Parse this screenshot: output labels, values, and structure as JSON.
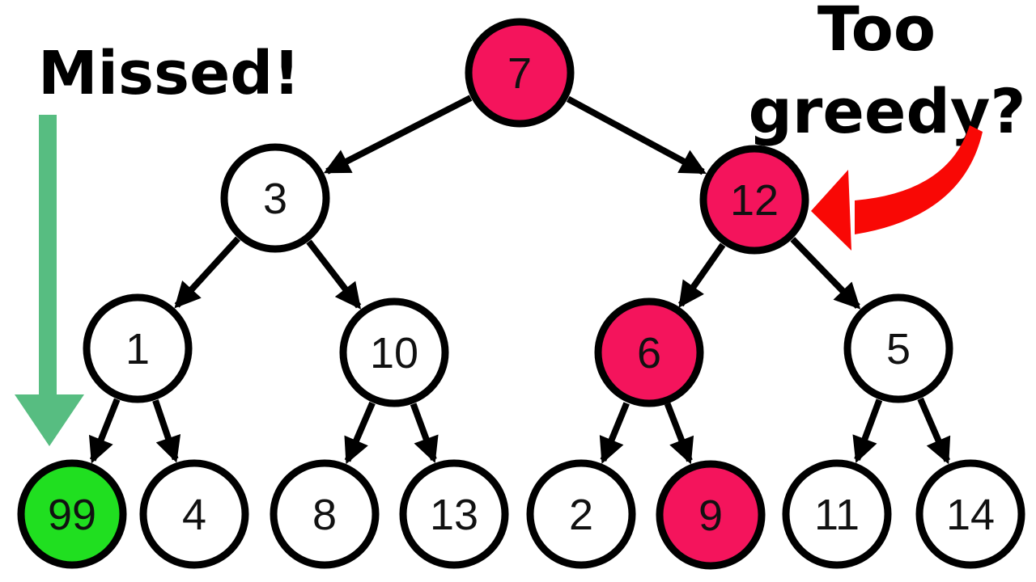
{
  "annotations": {
    "missed": "Missed!",
    "too_greedy_line1": "Too",
    "too_greedy_line2": "greedy?"
  },
  "colors": {
    "explored_node": "#F4145C",
    "missed_node": "#20DF20",
    "unexplored_node": "#FFFFFF",
    "green_arrow": "#57BD81",
    "red_arrow": "#F90805",
    "edge": "#000000"
  },
  "tree": {
    "nodes": [
      {
        "value": "7",
        "fill": "#F4145C"
      },
      {
        "value": "3",
        "fill": "#FFFFFF"
      },
      {
        "value": "12",
        "fill": "#F4145C"
      },
      {
        "value": "1",
        "fill": "#FFFFFF"
      },
      {
        "value": "10",
        "fill": "#FFFFFF"
      },
      {
        "value": "6",
        "fill": "#F4145C"
      },
      {
        "value": "5",
        "fill": "#FFFFFF"
      },
      {
        "value": "99",
        "fill": "#20DF20"
      },
      {
        "value": "4",
        "fill": "#FFFFFF"
      },
      {
        "value": "8",
        "fill": "#FFFFFF"
      },
      {
        "value": "13",
        "fill": "#FFFFFF"
      },
      {
        "value": "2",
        "fill": "#FFFFFF"
      },
      {
        "value": "9",
        "fill": "#F4145C"
      },
      {
        "value": "11",
        "fill": "#FFFFFF"
      },
      {
        "value": "14",
        "fill": "#FFFFFF"
      }
    ]
  }
}
